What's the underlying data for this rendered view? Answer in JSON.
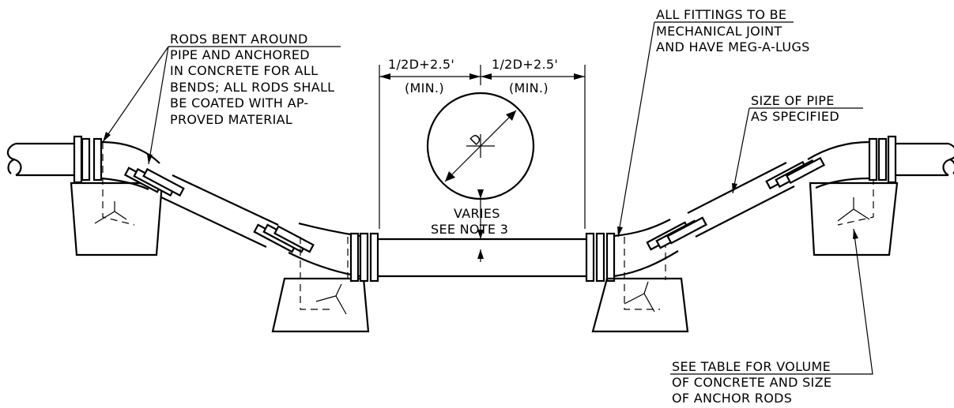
{
  "notes": {
    "rods": [
      "RODS BENT AROUND",
      "PIPE AND ANCHORED",
      "IN CONCRETE FOR ALL",
      "BENDS; ALL RODS SHALL",
      "BE COATED WITH AP-",
      "PROVED MATERIAL"
    ],
    "fittings": [
      "ALL FITTINGS TO BE",
      "MECHANICAL JOINT",
      "AND HAVE MEG-A-LUGS"
    ],
    "size": [
      "SIZE OF PIPE",
      "AS SPECIFIED"
    ],
    "table": [
      "SEE TABLE FOR VOLUME",
      "OF CONCRETE AND SIZE",
      "OF ANCHOR RODS"
    ]
  },
  "dims": {
    "left": "1/2D+2.5'",
    "left_min": "(MIN.)",
    "right": "1/2D+2.5'",
    "right_min": "(MIN.)",
    "diameter": "D",
    "varies": "VARIES",
    "see_note": "SEE NOTE 3"
  }
}
